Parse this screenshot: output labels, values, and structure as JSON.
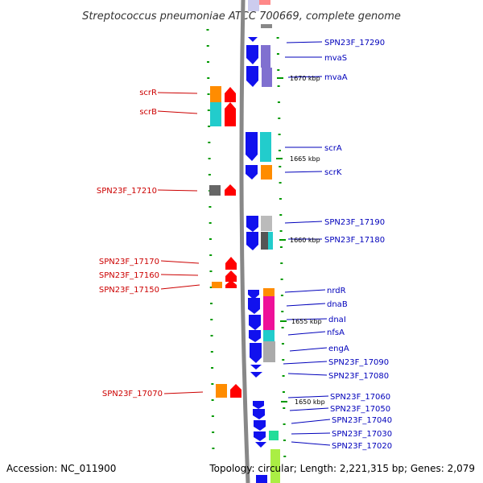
{
  "title": "Streptococcus pneumoniae ATCC 700669, complete genome",
  "footer": {
    "accession": "Accession: NC_011900",
    "topology": "Topology: circular; Length: 2,221,315 bp; Genes: 2,079"
  },
  "scale_labels": [
    "1670 kbp",
    "1665 kbp",
    "1660 kbp",
    "1655 kbp",
    "1650 kbp"
  ],
  "genes_left": [
    "scrR",
    "scrB",
    "SPN23F_17210",
    "SPN23F_17170",
    "SPN23F_17160",
    "SPN23F_17150",
    "SPN23F_17070"
  ],
  "genes_right": [
    "SPN23F_17290",
    "mvaS",
    "mvaA",
    "scrA",
    "scrK",
    "SPN23F_17190",
    "SPN23F_17180",
    "nrdR",
    "dnaB",
    "dnaI",
    "nfsA",
    "engA",
    "SPN23F_17090",
    "SPN23F_17080",
    "SPN23F_17060",
    "SPN23F_17050",
    "SPN23F_17040",
    "SPN23F_17030",
    "SPN23F_17020"
  ],
  "colors": {
    "forward_strand": "#ff0000",
    "reverse_strand": "#1111ee",
    "backbone": "#888888",
    "left_label": "#cc0000",
    "right_label": "#0000bb",
    "tick": "#009900"
  }
}
